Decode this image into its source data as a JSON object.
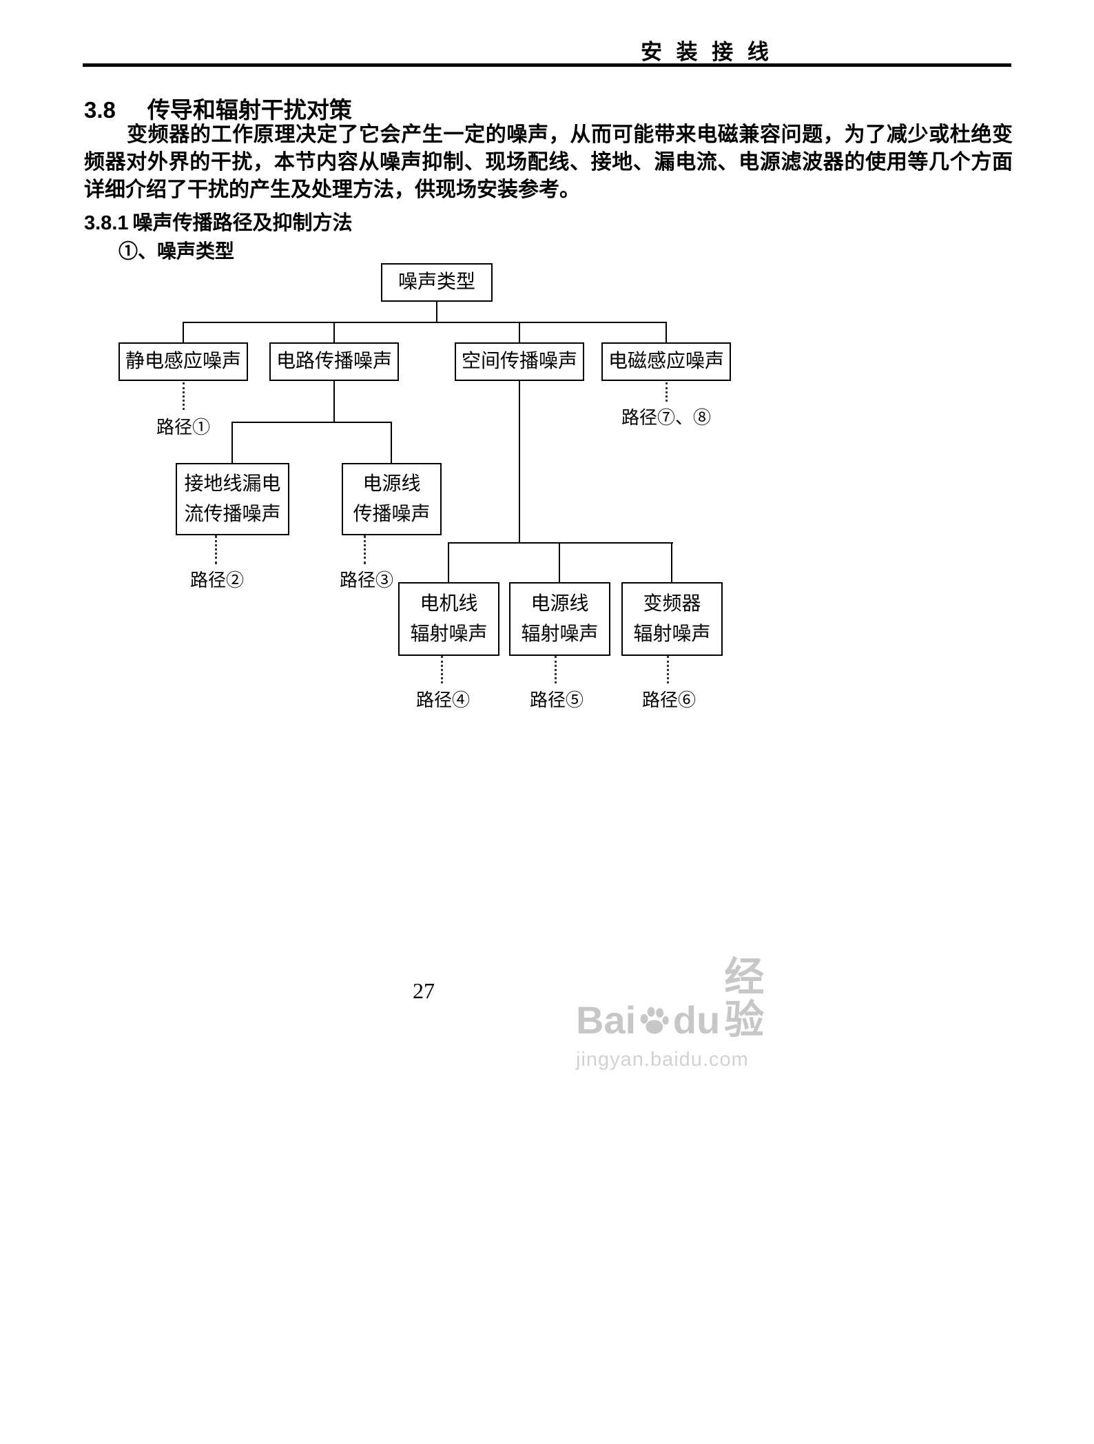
{
  "header": {
    "title": "安 装 接 线"
  },
  "section": {
    "number": "3.8",
    "title": "传导和辐射干扰对策",
    "paragraph": "变频器的工作原理决定了它会产生一定的噪声，从而可能带来电磁兼容问题，为了减少或杜绝变频器对外界的干扰，本节内容从噪声抑制、现场配线、接地、漏电流、电源滤波器的使用等几个方面详细介绍了干扰的产生及处理方法，供现场安装参考。"
  },
  "subsection": {
    "number": "3.8.1",
    "title": "噪声传播路径及抑制方法",
    "item": "①、噪声类型"
  },
  "diagram": {
    "root": {
      "label": "噪声类型"
    },
    "level2": [
      {
        "label": "静电感应噪声",
        "path": "路径①"
      },
      {
        "label": "电路传播噪声"
      },
      {
        "label": "空间传播噪声"
      },
      {
        "label": "电磁感应噪声",
        "path": "路径⑦、⑧"
      }
    ],
    "circuit_children": [
      {
        "line1": "接地线漏电",
        "line2": "流传播噪声",
        "path": "路径②"
      },
      {
        "line1": "电源线",
        "line2": "传播噪声",
        "path": "路径③"
      }
    ],
    "space_children": [
      {
        "line1": "电机线",
        "line2": "辐射噪声",
        "path": "路径④"
      },
      {
        "line1": "电源线",
        "line2": "辐射噪声",
        "path": "路径⑤"
      },
      {
        "line1": "变频器",
        "line2": "辐射噪声",
        "path": "路径⑥"
      }
    ]
  },
  "footer": {
    "page_number": "27"
  },
  "watermark": {
    "brand_prefix": "Bai",
    "brand_suffix": "du",
    "brand_cn": "经验",
    "url": "jingyan.baidu.com"
  }
}
